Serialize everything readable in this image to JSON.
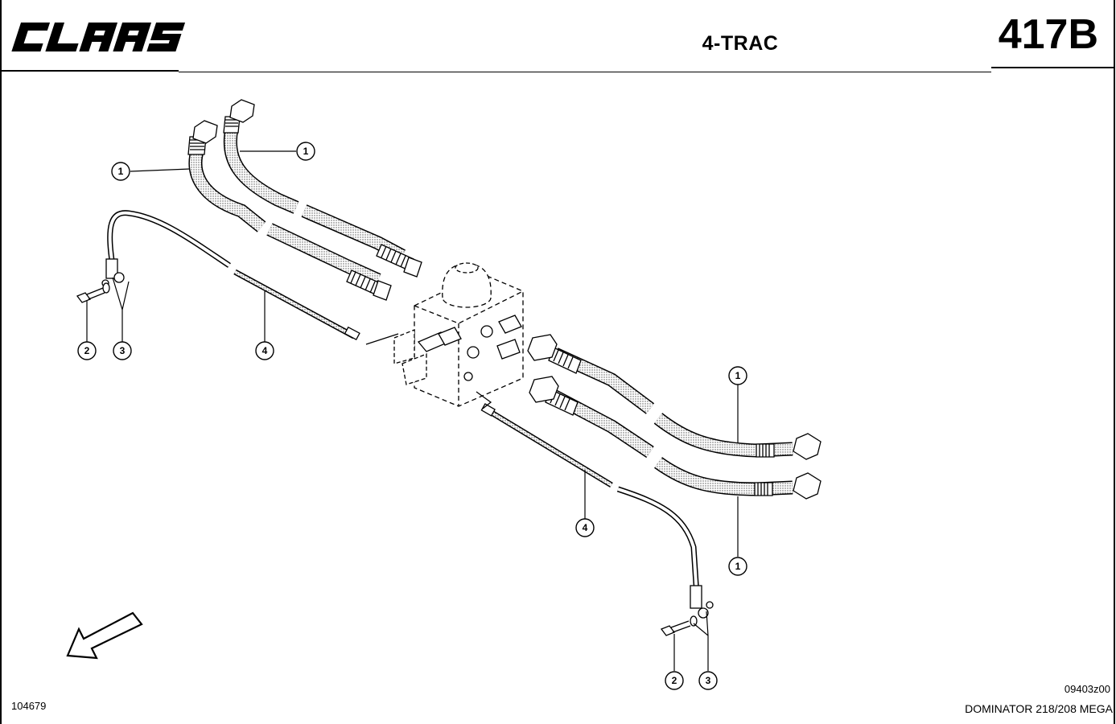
{
  "header": {
    "logo_text": "CLAAS",
    "title": "4-TRAC",
    "page_number": "417B"
  },
  "footer": {
    "drawing_number": "104679",
    "reference_code": "09403z00",
    "model": "DOMINATOR 218/208 MEGA"
  },
  "callouts": [
    {
      "id": "c1a",
      "label": "1"
    },
    {
      "id": "c1b",
      "label": "1"
    },
    {
      "id": "c1c",
      "label": "1"
    },
    {
      "id": "c1d",
      "label": "1"
    },
    {
      "id": "c2a",
      "label": "2"
    },
    {
      "id": "c3a",
      "label": "3"
    },
    {
      "id": "c4a",
      "label": "4"
    },
    {
      "id": "c4b",
      "label": "4"
    },
    {
      "id": "c2b",
      "label": "2"
    },
    {
      "id": "c3b",
      "label": "3"
    }
  ]
}
